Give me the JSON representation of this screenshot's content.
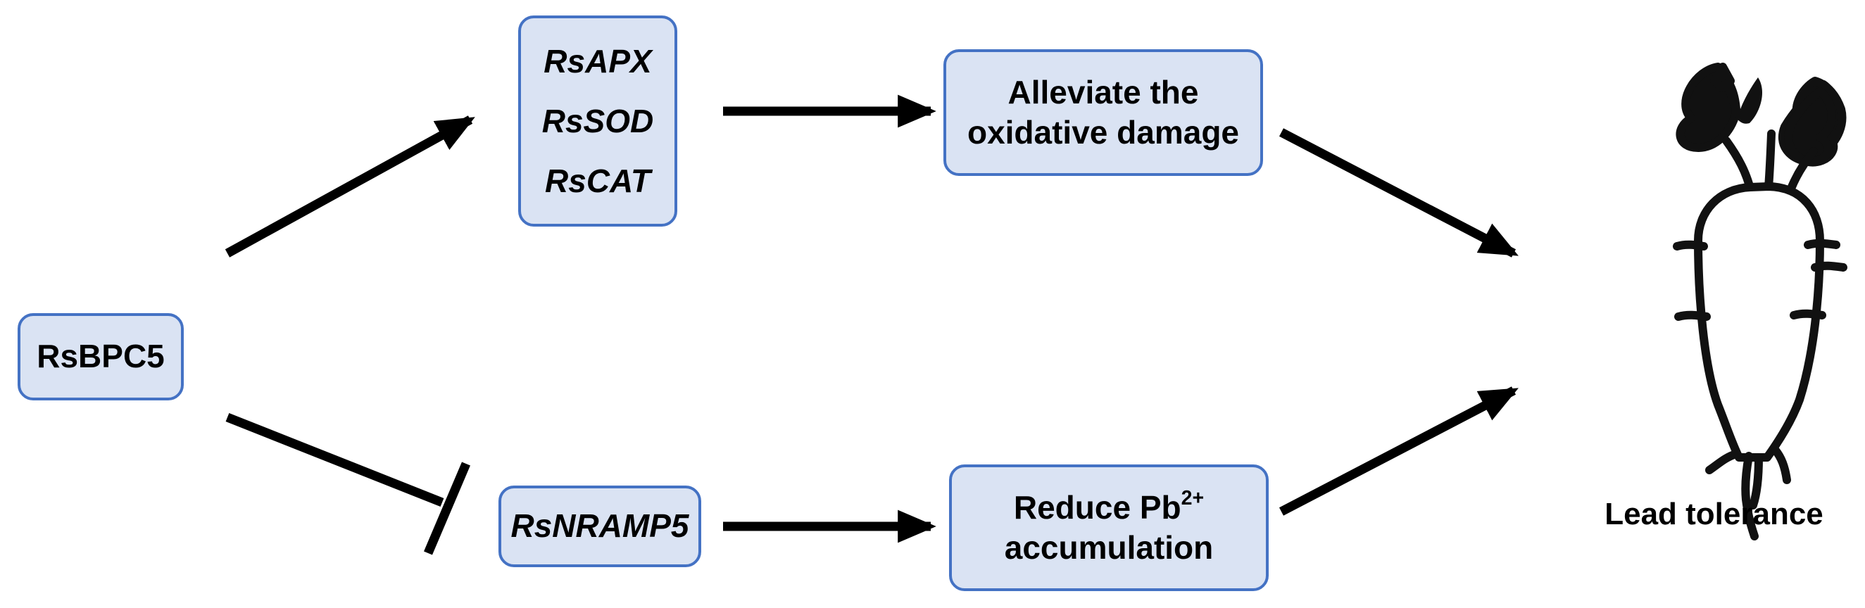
{
  "nodes": {
    "rsbpc5": "RsBPC5",
    "antioxidant_genes": [
      "RsAPX",
      "RsSOD",
      "RsCAT"
    ],
    "oxidative": [
      "Alleviate the",
      "oxidative damage"
    ],
    "nramp5": "RsNRAMP5",
    "reduce": {
      "line1": "Reduce Pb",
      "charge": "2+",
      "line2": "accumulation"
    }
  },
  "outcome_label": "Lead tolerance",
  "colors": {
    "box_fill": "#dae3f3",
    "box_border": "#4472c4",
    "arrow": "#000000"
  },
  "icons": [
    "radish-icon"
  ]
}
